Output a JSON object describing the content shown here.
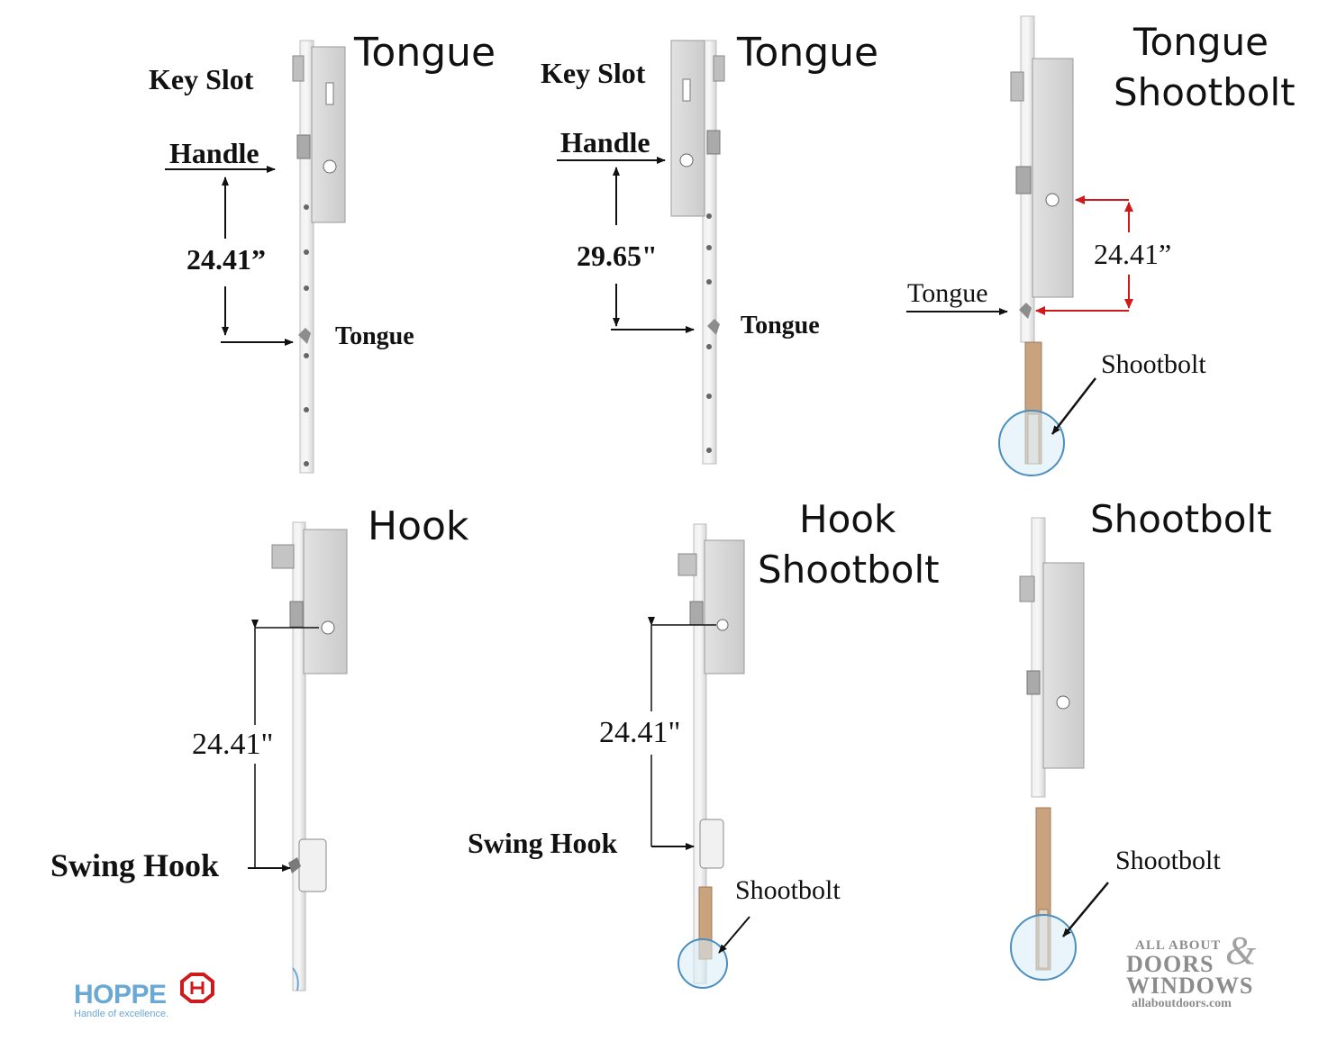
{
  "panels": [
    {
      "id": "p1",
      "title": "Tongue",
      "labels": {
        "key_slot": "Key Slot",
        "handle": "Handle",
        "measure": "24.41”",
        "bottom": "Tongue"
      }
    },
    {
      "id": "p2",
      "title": "Tongue",
      "labels": {
        "key_slot": "Key Slot",
        "handle": "Handle",
        "measure": "29.65\"",
        "bottom": "Tongue"
      }
    },
    {
      "id": "p3",
      "title_line1": "Tongue",
      "title_line2": "Shootbolt",
      "labels": {
        "measure": "24.41”",
        "tongue": "Tongue",
        "shootbolt": "Shootbolt"
      }
    },
    {
      "id": "p4",
      "title": "Hook",
      "labels": {
        "measure": "24.41\"",
        "bottom": "Swing Hook"
      }
    },
    {
      "id": "p5",
      "title_line1": "Hook",
      "title_line2": "Shootbolt",
      "labels": {
        "measure": "24.41\"",
        "hook": "Swing Hook",
        "shootbolt": "Shootbolt"
      }
    },
    {
      "id": "p6",
      "title": "Shootbolt",
      "labels": {
        "shootbolt": "Shootbolt"
      }
    }
  ],
  "logos": {
    "hoppe": {
      "name": "HOPPE",
      "tagline": "Handle of excellence."
    },
    "aad": {
      "line1": "ALL ABOUT",
      "amp": "&",
      "line2": "DOORS",
      "line3": "WINDOWS",
      "url": "allaboutdoors.com"
    }
  },
  "colors": {
    "arrow": "#111111",
    "red_arrow": "#d0191a",
    "metal": "#d9d9d9",
    "metal_dark": "#9a9a9a",
    "brass": "#c9a27e",
    "circle": "#7fb7d8"
  }
}
